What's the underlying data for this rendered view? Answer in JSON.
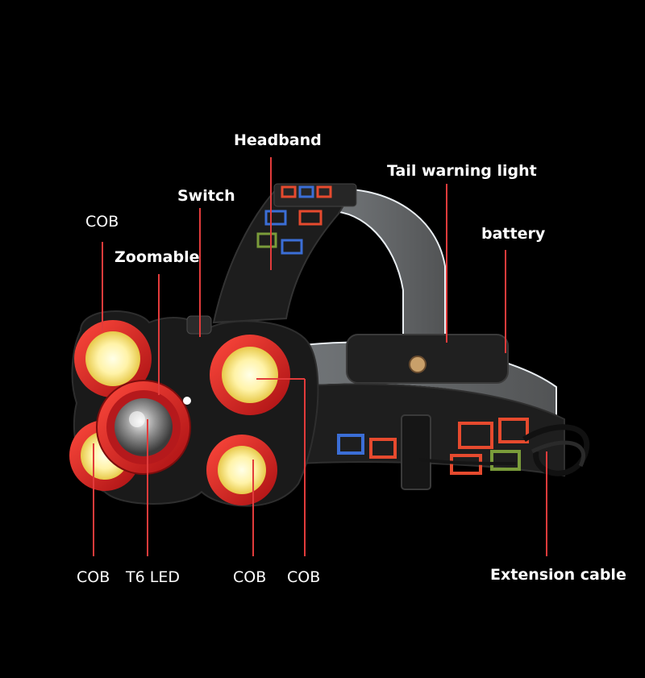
{
  "labels": {
    "headband": "Headband",
    "tail_warning_light": "Tail warning light",
    "switch": "Switch",
    "cob_top_left": "COB",
    "zoomable": "Zoomable",
    "battery": "battery",
    "cob_bottom_left": "COB",
    "t6_led": "T6 LED",
    "cob_bottom_center": "COB",
    "cob_right": "COB",
    "extension_cable": "Extension cable"
  },
  "colors": {
    "background": "#000000",
    "housing_red": "#d91e1e",
    "leader_line": "#e23b3b",
    "lens_yellow": "#fff3a8",
    "strap_black": "#1c1c1c"
  }
}
